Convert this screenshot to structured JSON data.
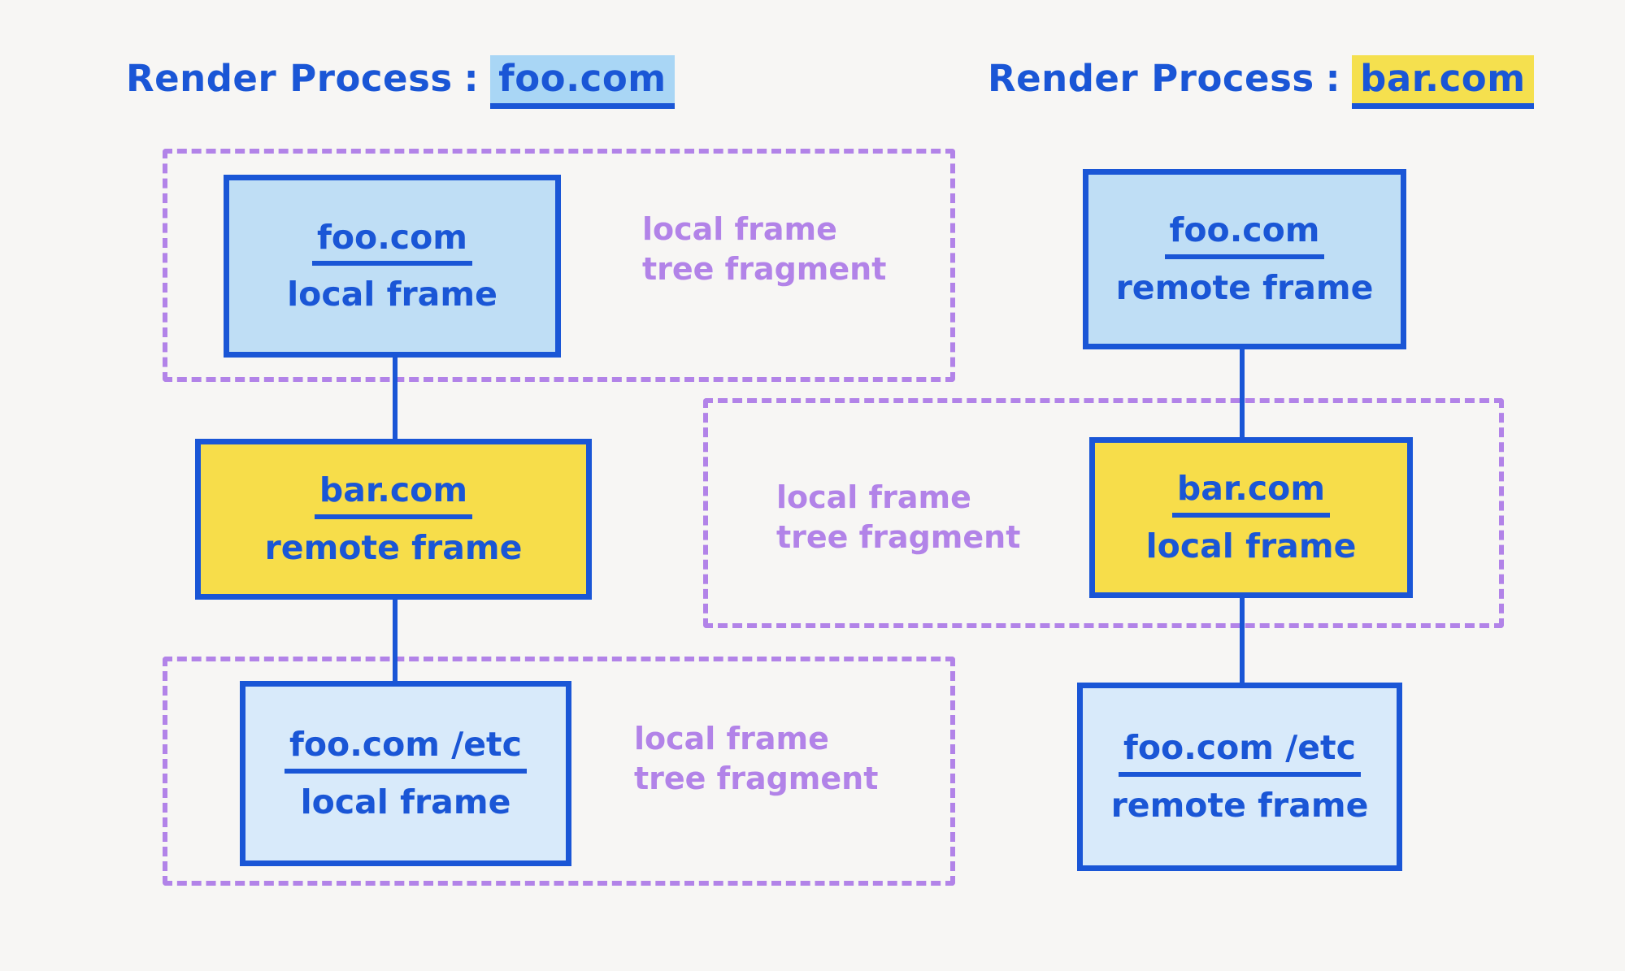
{
  "diagram": {
    "background_color": "#f7f6f4",
    "accent_blue": "#1a56d6",
    "accent_purple": "#b283e8",
    "accent_yellow": "#f7dd4a",
    "accent_lightblue": "#bfdef5"
  },
  "processes": [
    {
      "id": "left",
      "title_label": "Render Process",
      "title_colon": ":",
      "title_domain": "foo.com",
      "highlight_color": "#a9d6f5",
      "nodes": [
        {
          "url": "foo.com",
          "kind": "local frame",
          "fill": "blue"
        },
        {
          "url": "bar.com",
          "kind": "remote frame",
          "fill": "yellow"
        },
        {
          "url": "foo.com /etc",
          "kind": "local frame",
          "fill": "lightblue"
        }
      ],
      "fragments": [
        {
          "label": "local frame\ntree fragment"
        },
        {
          "label": "local frame\ntree fragment"
        }
      ]
    },
    {
      "id": "right",
      "title_label": "Render Process",
      "title_colon": ":",
      "title_domain": "bar.com",
      "highlight_color": "#f5e04e",
      "nodes": [
        {
          "url": "foo.com",
          "kind": "remote frame",
          "fill": "blue"
        },
        {
          "url": "bar.com",
          "kind": "local frame",
          "fill": "yellow"
        },
        {
          "url": "foo.com /etc",
          "kind": "remote frame",
          "fill": "lightblue"
        }
      ],
      "fragments": [
        {
          "label": "local frame\ntree fragment"
        }
      ]
    }
  ]
}
